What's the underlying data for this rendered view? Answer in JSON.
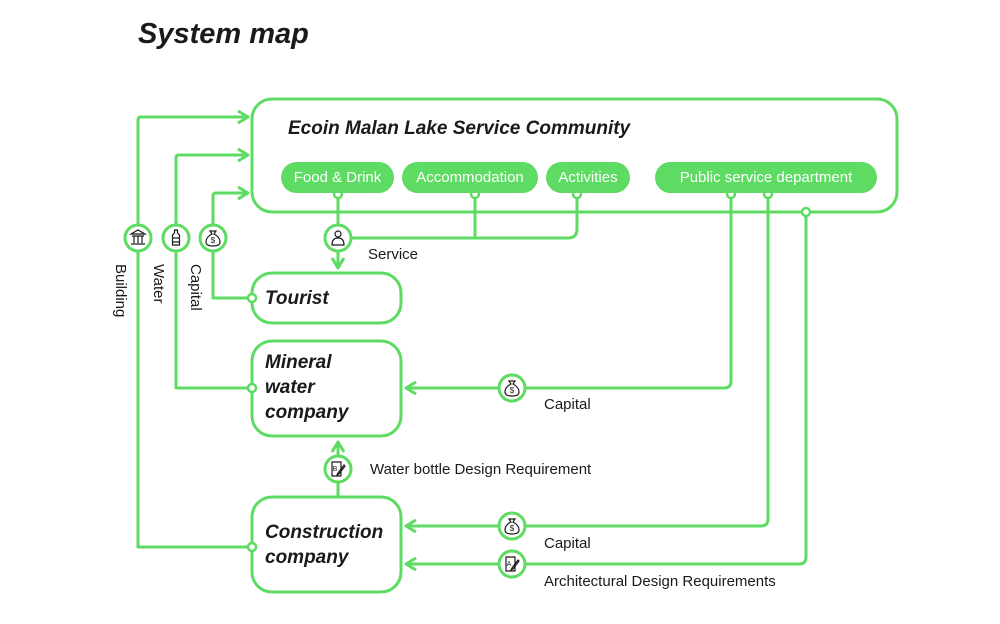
{
  "title": "System map",
  "community": {
    "title": "Ecoin Malan Lake Service Community",
    "tags": [
      "Food & Drink",
      "Accommodation",
      "Activities",
      "Public service department"
    ]
  },
  "actors": {
    "tourist": "Tourist",
    "mineral_water": "Mineral water company",
    "construction": "Construction company"
  },
  "flows": {
    "service": "Service",
    "building": "Building",
    "water": "Water",
    "capital_left": "Capital",
    "capital_mineral": "Capital",
    "capital_construction": "Capital",
    "water_bottle": "Water bottle Design Requirement",
    "architectural": "Architectural Design Requirements"
  },
  "icons": {
    "building": "bank-icon",
    "water": "bottle-icon",
    "capital": "money-bag-icon",
    "service": "person-icon",
    "design_bottle": "design-document-icon",
    "design_architecture": "design-document-icon"
  },
  "colors": {
    "accent": "#5ddb62",
    "text": "#1a1a1a"
  }
}
